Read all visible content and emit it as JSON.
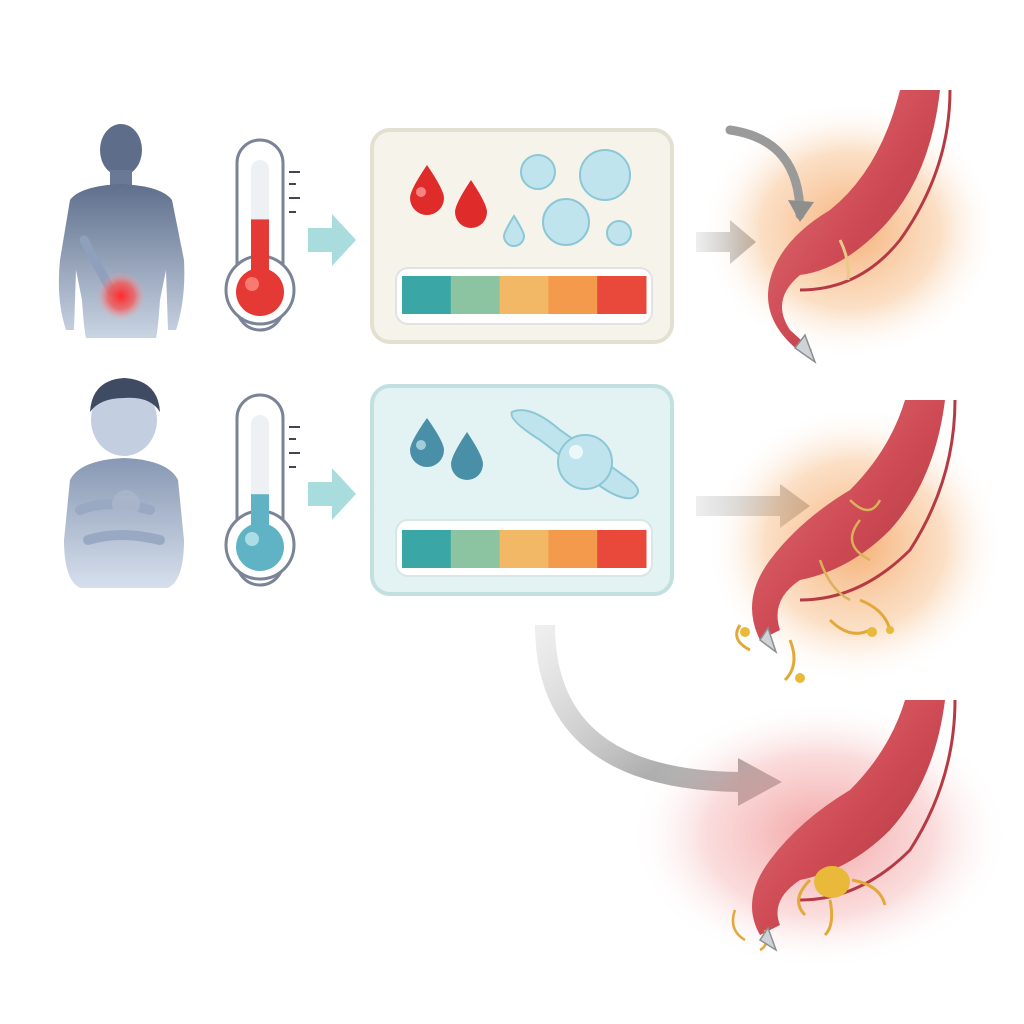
{
  "diagram": {
    "rows": [
      {
        "id": "adult",
        "patient_icon": "adult-abdominal-pain-icon",
        "thermometer": {
          "icon": "thermometer-icon",
          "level": 0.55,
          "color": "#e53935"
        },
        "lab_panel": {
          "icon": "blood-test-panel-icon",
          "drop_color": "#e02b2b",
          "scale_colors": [
            "#3aa6a6",
            "#8cc3a0",
            "#f2b866",
            "#f39a4c",
            "#e9493b"
          ]
        },
        "outcome": {
          "icon": "inflamed-appendix-icon",
          "stage": "inflamed"
        }
      },
      {
        "id": "child",
        "patient_icon": "child-abdominal-pain-icon",
        "thermometer": {
          "icon": "thermometer-icon",
          "level": 0.4,
          "color": "#5fb3c4"
        },
        "lab_panel": {
          "icon": "ultrasound-panel-icon",
          "drop_color": "#4a8fa8",
          "scale_colors": [
            "#3aa6a6",
            "#8cc3a0",
            "#f2b866",
            "#f39a4c",
            "#e9493b"
          ]
        },
        "outcome": {
          "icon": "gangrenous-appendix-icon",
          "stage": "gangrenous"
        }
      }
    ],
    "branch": {
      "icon": "perforated-appendix-icon",
      "stage": "perforated"
    },
    "colors": {
      "arrow_teal": "#a9dcdc",
      "arrow_gray": "#9c9c9c",
      "appendix": "#d9545c",
      "glow_orange": "#f6b27a",
      "glow_red": "#f4a6a6",
      "pus": "#e9b93a"
    }
  }
}
